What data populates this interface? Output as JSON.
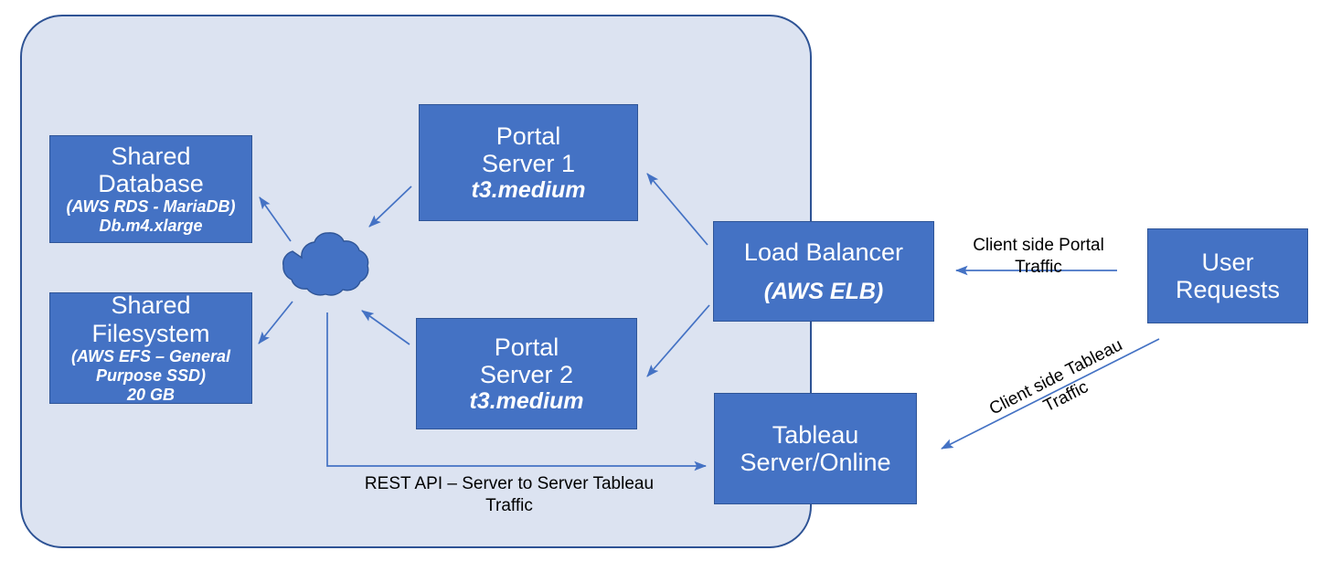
{
  "diagram": {
    "container": {
      "name": "aws-vpc-boundary",
      "fill": "#DCE3F1",
      "stroke": "#2E5395"
    },
    "accent": "#4472C4",
    "nodes": {
      "shared_database": {
        "title_line1": "Shared",
        "title_line2": "Database",
        "sub_line1": "(AWS RDS - MariaDB)",
        "sub_line2": "Db.m4.xlarge"
      },
      "shared_filesystem": {
        "title_line1": "Shared",
        "title_line2": "Filesystem",
        "sub_line1": "(AWS EFS – General",
        "sub_line2": "Purpose SSD)",
        "sub_line3": "20 GB"
      },
      "portal_server_1": {
        "title_line1": "Portal",
        "title_line2": "Server 1",
        "sub_line1": "t3.medium"
      },
      "portal_server_2": {
        "title_line1": "Portal",
        "title_line2": "Server 2",
        "sub_line1": "t3.medium"
      },
      "load_balancer": {
        "title_line1": "Load Balancer",
        "sub_line1": "(AWS ELB)"
      },
      "tableau_server": {
        "title_line1": "Tableau",
        "title_line2": "Server/Online"
      },
      "user_requests": {
        "title_line1": "User",
        "title_line2": "Requests"
      },
      "network_cloud": {
        "icon": "cloud-icon"
      }
    },
    "edge_labels": {
      "rest_api": "REST API – Server to Server Tableau\nTraffic",
      "client_side_portal": "Client side Portal\nTraffic",
      "client_side_tableau": "Client side Tableau\nTraffic"
    }
  }
}
